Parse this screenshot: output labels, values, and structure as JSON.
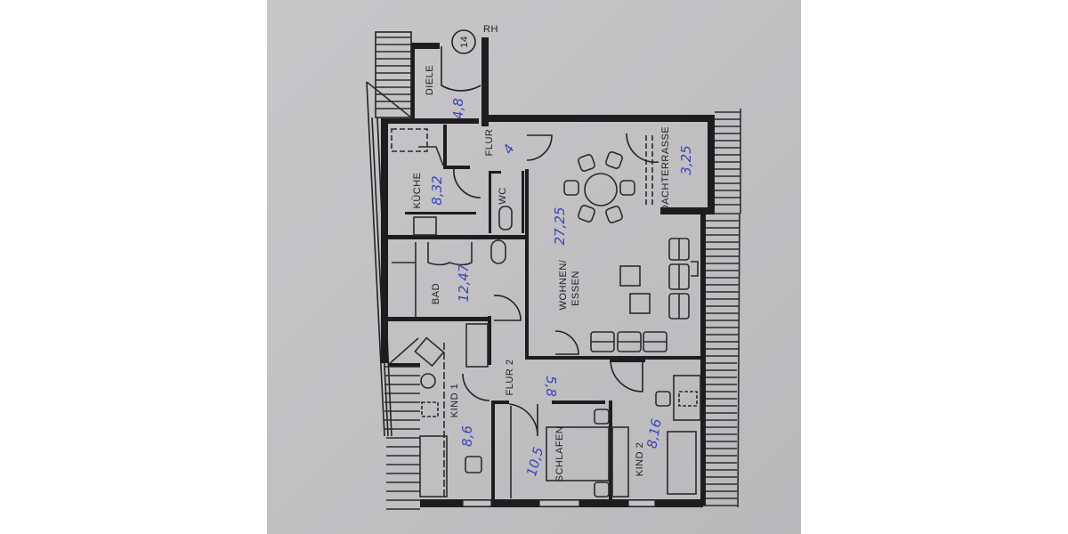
{
  "document": {
    "type": "floor plan (scanned photo)",
    "unit_number": "14",
    "corner_mark": "RH"
  },
  "rooms": [
    {
      "id": "diele",
      "label": "DIELE",
      "area": "4,8"
    },
    {
      "id": "kueche",
      "label": "KÜCHE",
      "area": "8,32"
    },
    {
      "id": "flur",
      "label": "FLUR",
      "area": "4"
    },
    {
      "id": "wc",
      "label": "WC",
      "area": ""
    },
    {
      "id": "bad",
      "label": "BAD",
      "area": "12,47"
    },
    {
      "id": "wohnen",
      "label": "WOHNEN/ ESSEN",
      "label_line1": "WOHNEN/",
      "label_line2": "ESSEN",
      "area": "27,25"
    },
    {
      "id": "dachterrasse",
      "label": "DACHTERRASSE",
      "area": "3,25"
    },
    {
      "id": "kind1",
      "label": "KIND 1",
      "area": "8,6"
    },
    {
      "id": "flur2",
      "label": "FLUR 2",
      "area": "5,8"
    },
    {
      "id": "schlafen",
      "label": "SCHLAFEN",
      "area": "10,5"
    },
    {
      "id": "kind2",
      "label": "KIND 2",
      "area": "8,16"
    }
  ],
  "colors": {
    "paper": "#c4c2c5",
    "ink": "#1d1d1f",
    "handwriting": "#3a44b8",
    "background": "#ffffff"
  }
}
